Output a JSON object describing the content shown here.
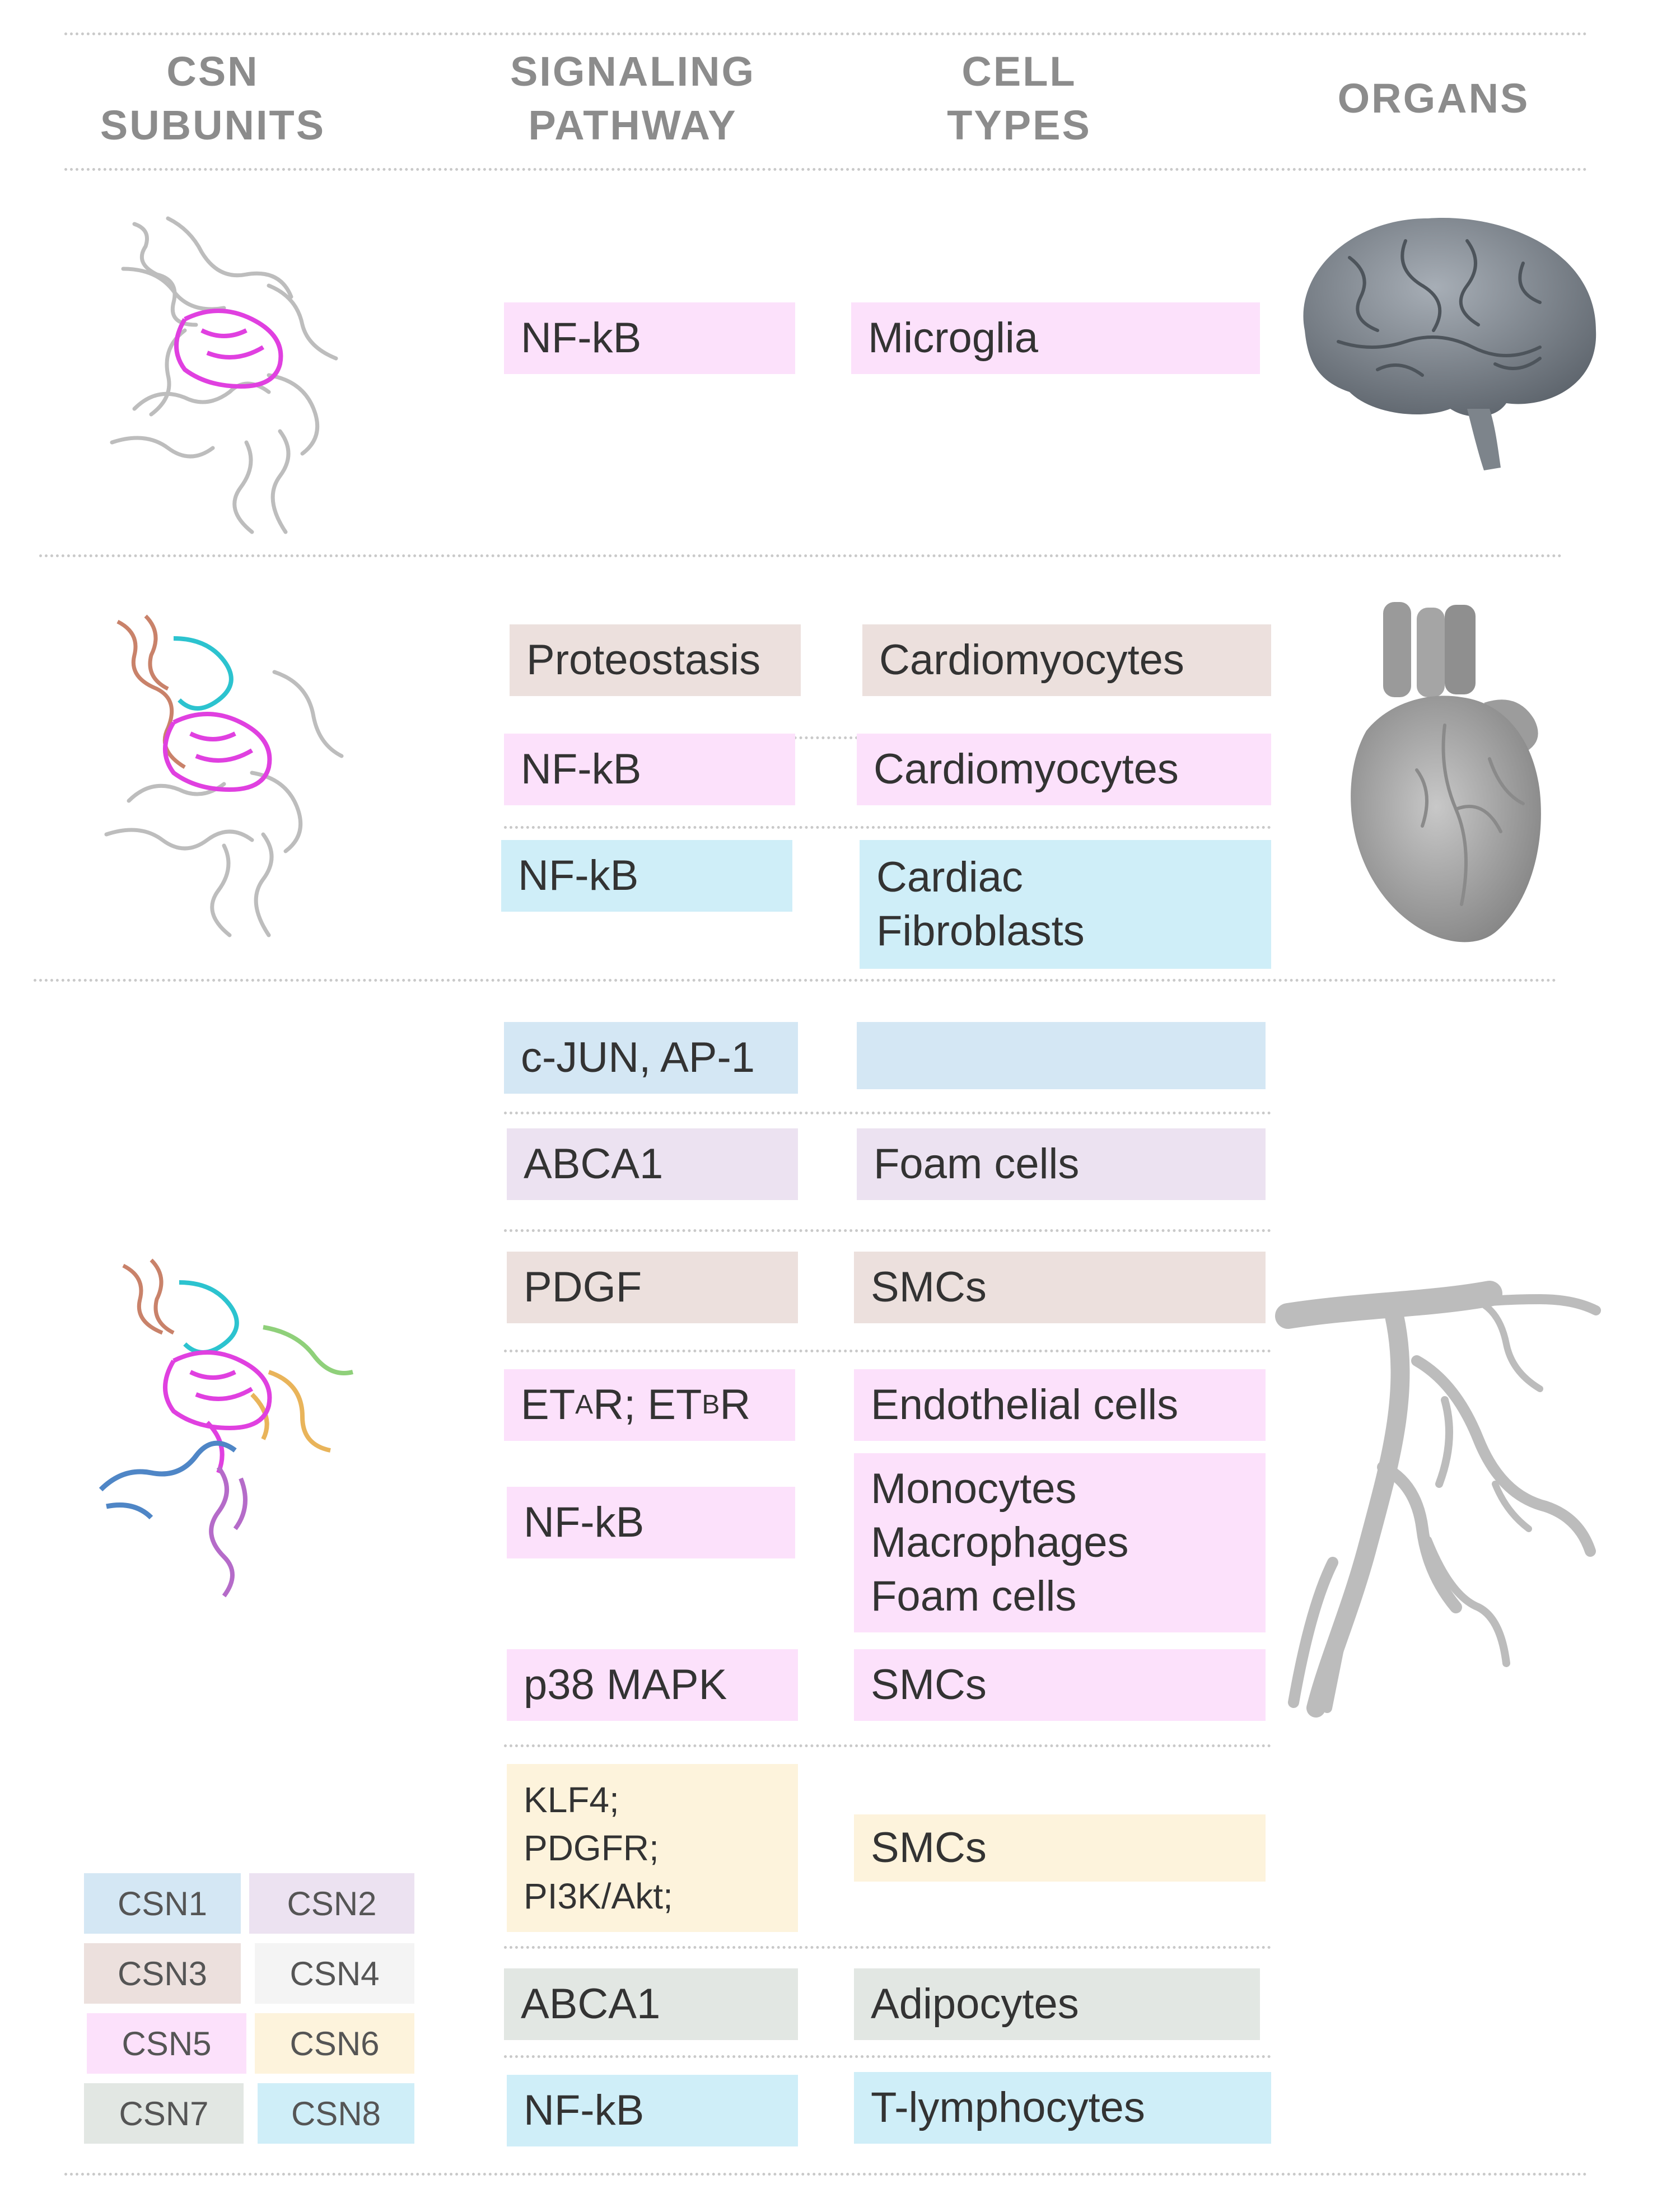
{
  "headers": {
    "csn_subunits": [
      "CSN",
      "SUBUNITS"
    ],
    "signaling_pathway": [
      "SIGNALING",
      "PATHWAY"
    ],
    "cell_types": [
      "CELL",
      "TYPES"
    ],
    "organs": "ORGANS"
  },
  "colors": {
    "CSN1": "#d4e7f4",
    "CSN2": "#ece2f1",
    "CSN3": "#ece0dd",
    "CSN4": "#f4f4f4",
    "CSN5": "#fce1fb",
    "CSN6": "#fdf3dc",
    "CSN7": "#e2e7e3",
    "CSN8": "#cfeef8"
  },
  "sections": {
    "brain": {
      "organ_icon": "brain-icon",
      "rows": [
        {
          "pathway": "NF-kB",
          "cell": "Microglia",
          "color": "CSN5"
        }
      ]
    },
    "heart": {
      "organ_icon": "heart-icon",
      "rows": [
        {
          "pathway": "Proteostasis",
          "cell": "Cardiomyocytes",
          "color": "CSN3"
        },
        {
          "pathway": "NF-kB",
          "cell": "Cardiomyocytes",
          "color": "CSN5"
        },
        {
          "pathway": "NF-kB",
          "cell": [
            "Cardiac",
            "Fibroblasts"
          ],
          "color": "CSN8"
        }
      ]
    },
    "vessel": {
      "organ_icon": "blood-vessel-icon",
      "rows": [
        {
          "pathway": "c-JUN, AP-1",
          "cell": "",
          "color": "CSN1"
        },
        {
          "pathway": "ABCA1",
          "cell": "Foam cells",
          "color": "CSN2"
        },
        {
          "pathway": "PDGF",
          "cell": "SMCs",
          "color": "CSN3"
        },
        {
          "pathway": [
            "ET",
            "A",
            "R; ET",
            "B",
            "R"
          ],
          "cell": "Endothelial cells",
          "color": "CSN5"
        },
        {
          "pathway": "NF-kB",
          "cell": [
            "Monocytes",
            "Macrophages",
            "Foam cells"
          ],
          "color": "CSN5"
        },
        {
          "pathway": "p38 MAPK",
          "cell": "SMCs",
          "color": "CSN5"
        },
        {
          "pathway": [
            "KLF4;",
            "PDGFR;",
            "PI3K/Akt;"
          ],
          "cell": "SMCs",
          "color": "CSN6"
        },
        {
          "pathway": "ABCA1",
          "cell": "Adipocytes",
          "color": "CSN7"
        },
        {
          "pathway": "NF-kB",
          "cell": "T-lymphocytes",
          "color": "CSN8"
        }
      ]
    }
  },
  "legend": [
    "CSN1",
    "CSN2",
    "CSN3",
    "CSN4",
    "CSN5",
    "CSN6",
    "CSN7",
    "CSN8"
  ],
  "protein_icon": "csn-complex-structure-icon"
}
